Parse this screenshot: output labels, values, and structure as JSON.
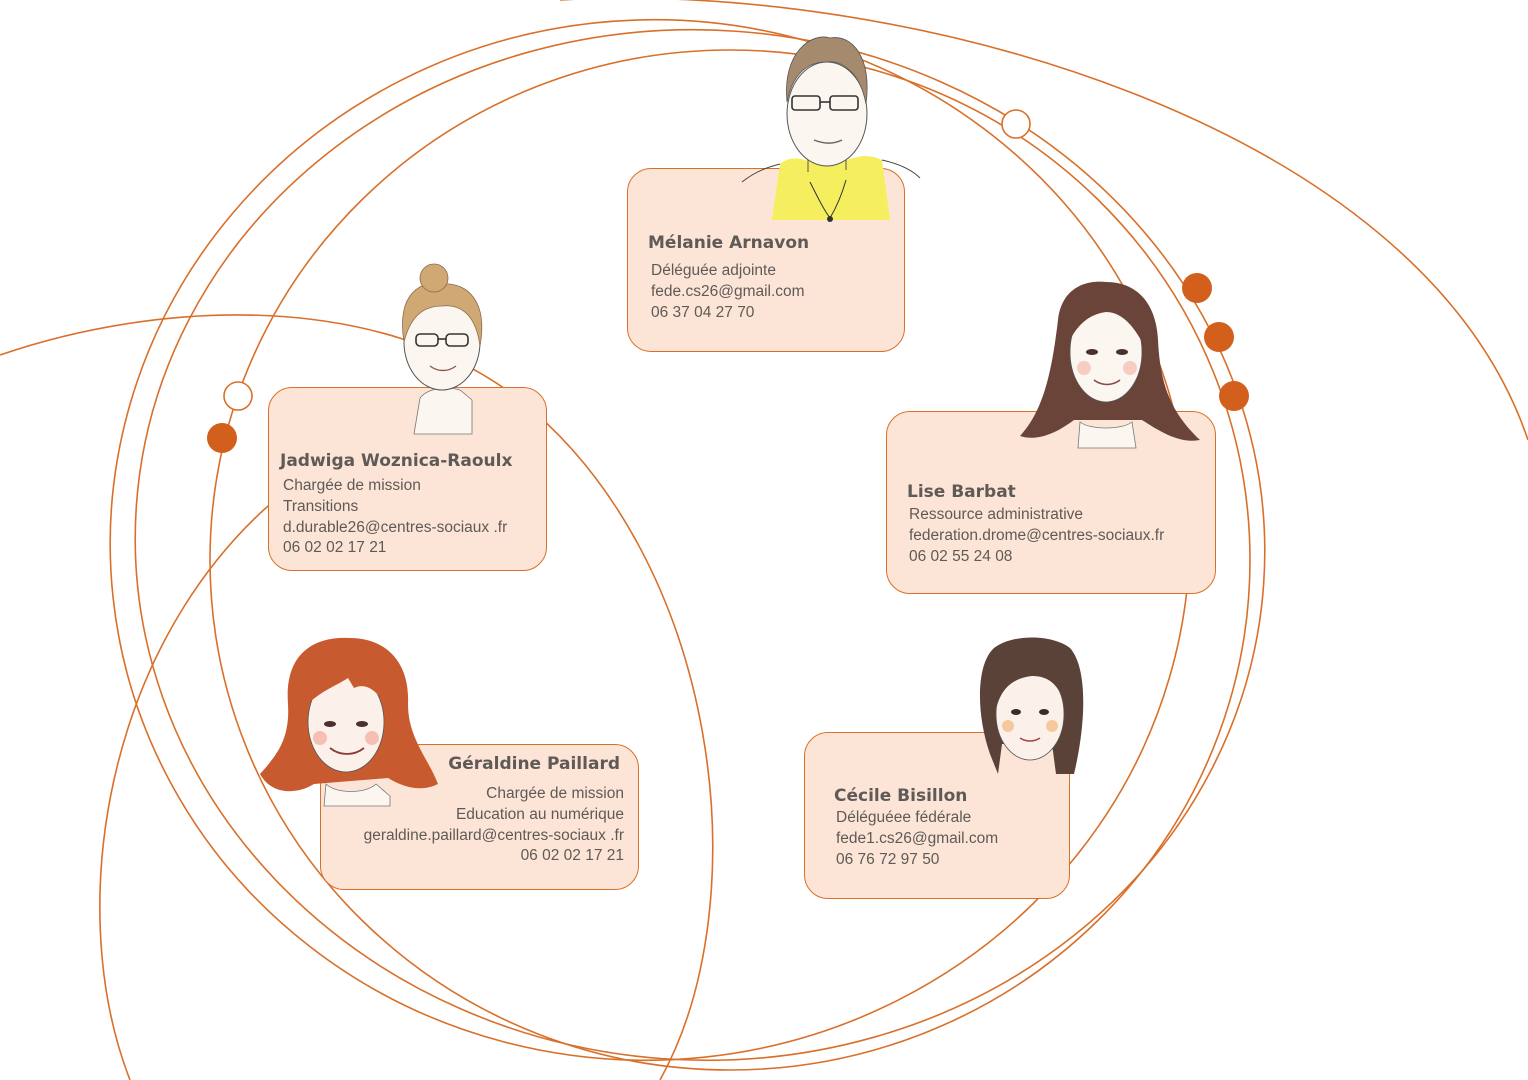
{
  "colors": {
    "accent": "#d9702a",
    "dot": "#d35f1c",
    "card_bg": "#fce5d6",
    "text": "#5f5a57"
  },
  "team": [
    {
      "name": "Mélanie Arnavon",
      "role": "Déléguée adjointe",
      "email": "fede.cs26@gmail.com",
      "phone": "06 37 04 27 70"
    },
    {
      "name": "Jadwiga Woznica-Raoulx",
      "role_line1": "Chargée de mission",
      "role_line2": "Transitions",
      "email": "d.durable26@centres-sociaux .fr",
      "phone": "06 02 02 17 21"
    },
    {
      "name": "Lise Barbat",
      "role": "Ressource administrative",
      "email": "federation.drome@centres-sociaux.fr",
      "phone": "06 02 55 24 08"
    },
    {
      "name": "Géraldine Paillard",
      "role_line1": "Chargée de mission",
      "role_line2": "Education au numérique",
      "email": "geraldine.paillard@centres-sociaux .fr",
      "phone": "06 02 02 17 21"
    },
    {
      "name": "Cécile  Bisillon",
      "role": "Déléguéee fédérale",
      "email": "fede1.cs26@gmail.com",
      "phone": "06 76 72 97 50"
    }
  ]
}
